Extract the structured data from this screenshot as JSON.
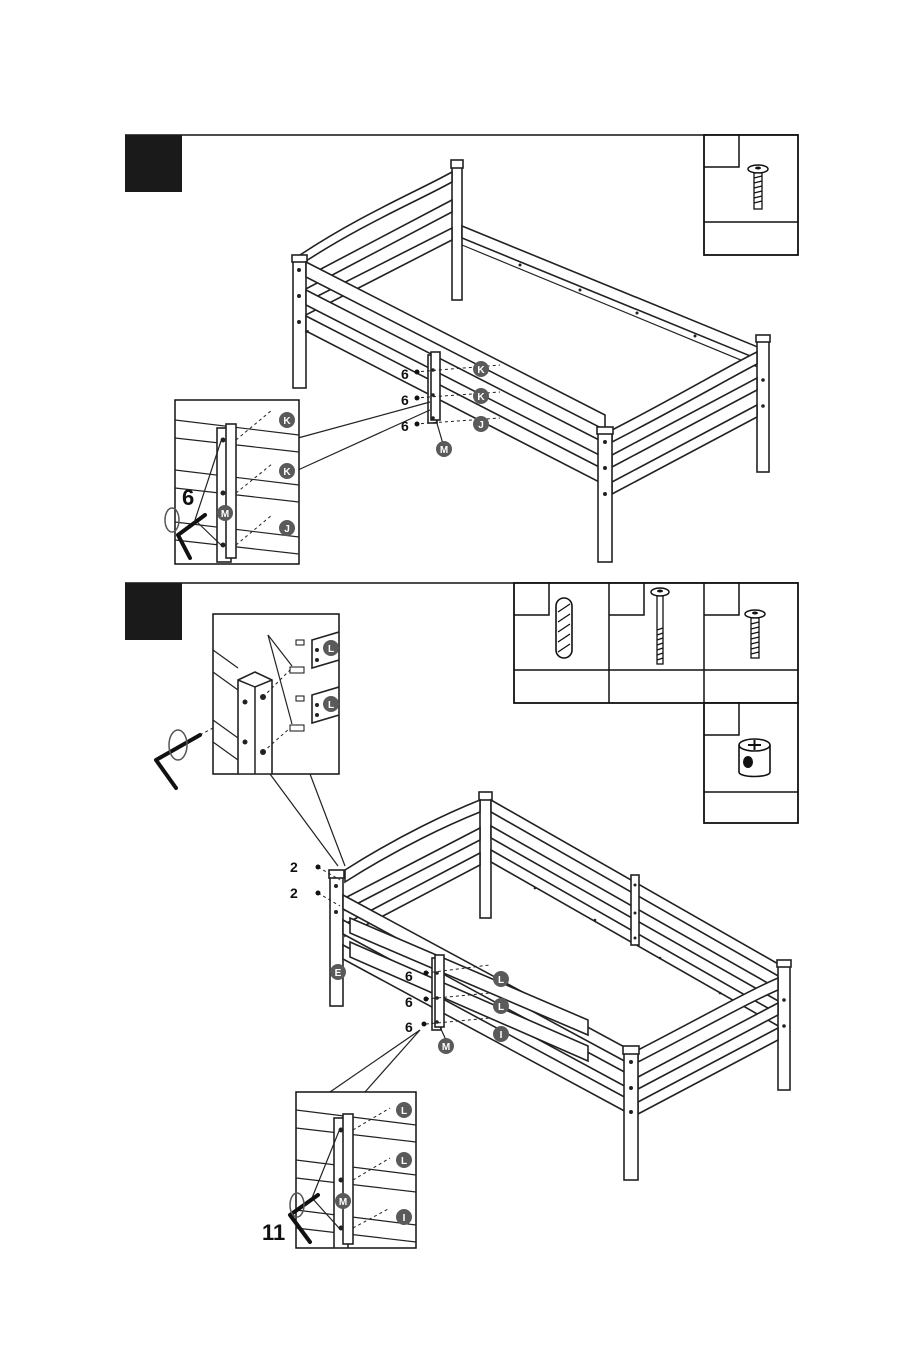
{
  "steps": [
    {
      "quantities": [
        "6",
        "6",
        "6"
      ],
      "inset_quantity": "6",
      "part_labels": [
        "K",
        "K",
        "J",
        "M"
      ],
      "inset_part_labels": [
        "K",
        "K",
        "M",
        "J"
      ]
    },
    {
      "quantities": [
        "2",
        "2",
        "6",
        "6",
        "6"
      ],
      "inset_quantity": "11",
      "part_labels": [
        "E",
        "L",
        "L",
        "I",
        "M"
      ],
      "top_inset_part_labels": [
        "L",
        "L"
      ],
      "inset_part_labels": [
        "L",
        "L",
        "M",
        "I"
      ]
    }
  ],
  "colors": {
    "ink": "#222222",
    "badge_fill": "#5a5a5a",
    "step_box": "#1a1a1a"
  },
  "icons": [
    "screw-icon",
    "dowel-icon",
    "bolt-icon",
    "cam-nut-icon",
    "allen-key-icon"
  ]
}
